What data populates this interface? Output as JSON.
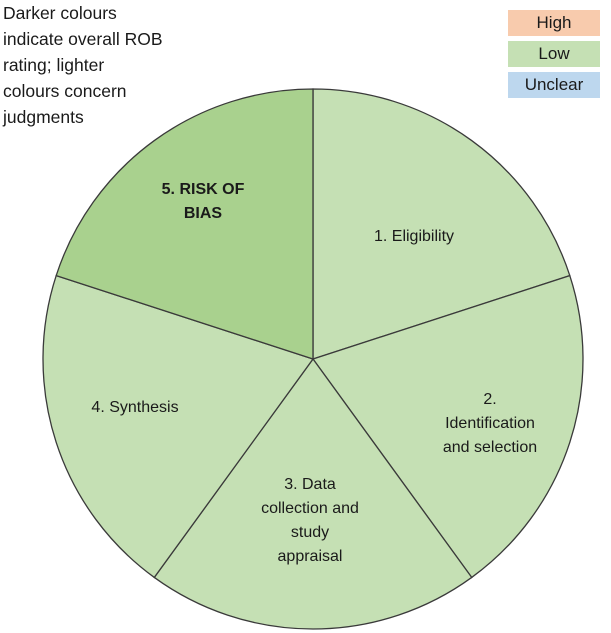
{
  "note": {
    "lines": [
      "Darker colours",
      "indicate overall ROB",
      "rating;  lighter",
      "colours concern",
      "judgments"
    ]
  },
  "legend": [
    {
      "label": "High",
      "color": "#f8cbad"
    },
    {
      "label": "Low",
      "color": "#c5e0b4"
    },
    {
      "label": "Unclear",
      "color": "#bdd7ee"
    }
  ],
  "segments": [
    {
      "id": "eligibility",
      "lines": [
        "1. Eligibility"
      ],
      "color": "#c5e0b4",
      "emphasis": false
    },
    {
      "id": "identification",
      "lines": [
        "2.",
        "Identification",
        "and selection"
      ],
      "color": "#c5e0b4",
      "emphasis": false
    },
    {
      "id": "data-collection",
      "lines": [
        "3.  Data",
        "collection and",
        "study",
        "appraisal"
      ],
      "color": "#c5e0b4",
      "emphasis": false
    },
    {
      "id": "synthesis",
      "lines": [
        "4.  Synthesis"
      ],
      "color": "#c5e0b4",
      "emphasis": false
    },
    {
      "id": "risk-of-bias",
      "lines": [
        "5.  RISK OF",
        "BIAS"
      ],
      "color": "#a9d18e",
      "emphasis": true
    }
  ]
}
